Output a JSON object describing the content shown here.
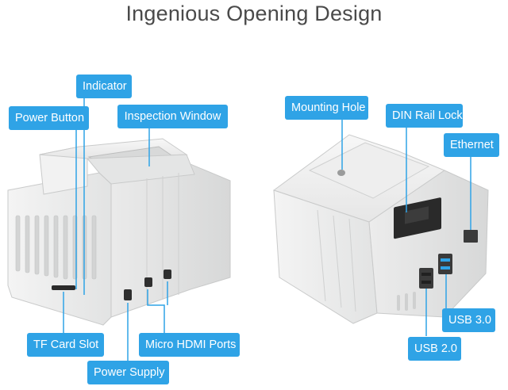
{
  "title": "Ingenious Opening Design",
  "colors": {
    "accent": "#2fa3e6",
    "case": "#e9eaea",
    "title_text": "#4a4a4a"
  },
  "callouts": {
    "indicator": "Indicator",
    "power_button": "Power Button",
    "inspection_window": "Inspection Window",
    "tf_card_slot": "TF Card Slot",
    "power_supply": "Power Supply",
    "micro_hdmi_ports": "Micro HDMI Ports",
    "mounting_hole": "Mounting Hole",
    "din_rail_lock": "DIN Rail Lock",
    "ethernet": "Ethernet",
    "usb_3": "USB 3.0",
    "usb_2": "USB 2.0"
  }
}
